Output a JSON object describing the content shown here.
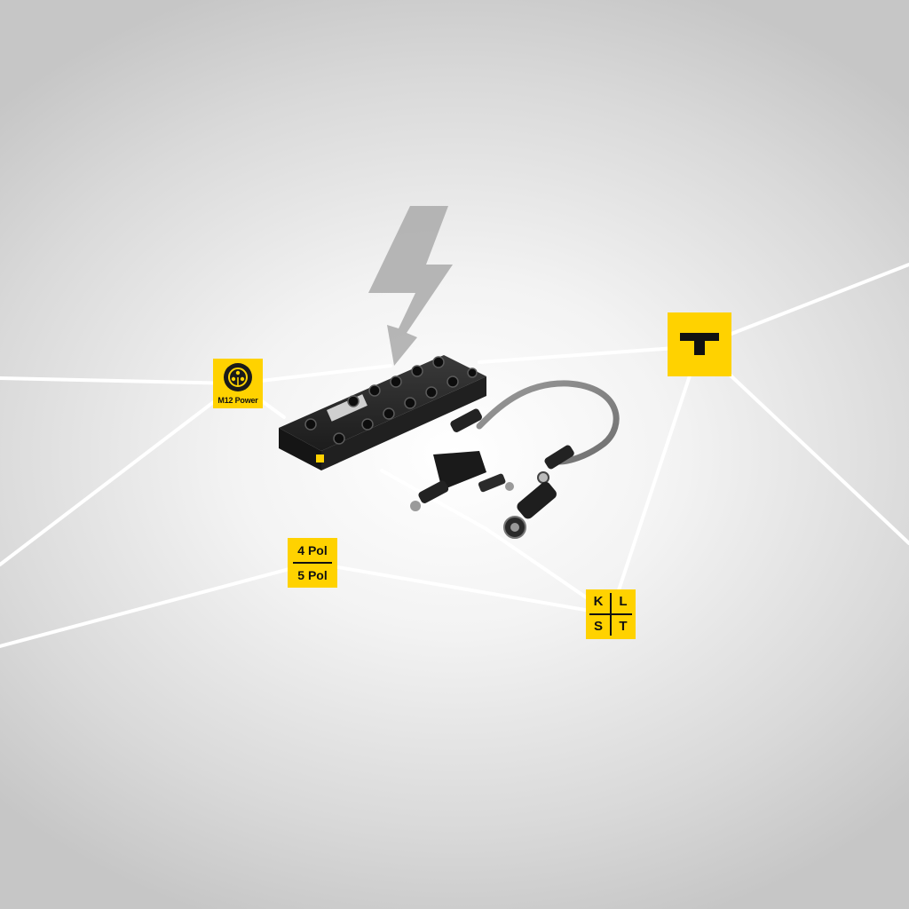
{
  "badges": {
    "m12_power": {
      "label": "M12 Power"
    },
    "pol": {
      "line1": "4 Pol",
      "line2": "5 Pol"
    },
    "klst": {
      "k": "K",
      "l": "L",
      "s": "S",
      "t": "T"
    }
  },
  "icons": [
    "lightning-icon",
    "m12-power-icon",
    "t-connector-icon"
  ],
  "colors": {
    "accent": "#ffd200",
    "ink": "#111111",
    "background": "#e6e6e6"
  }
}
